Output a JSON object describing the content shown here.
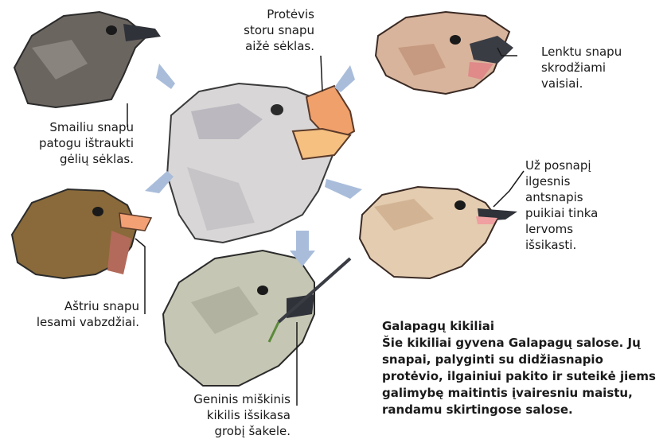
{
  "labels": {
    "ancestor": [
      "Protėvis",
      "storu snapu",
      "aižė sėklas."
    ],
    "top_left": [
      "Smailiu snapu",
      "patogu ištraukti",
      "gėlių sėklas."
    ],
    "top_right": [
      "Lenktu snapu",
      "skrodžiami",
      "vaisiai."
    ],
    "mid_right": [
      "Už posnapį",
      "ilgesnis",
      "antsnapis",
      "puikiai tinka",
      "lervoms",
      "išsikasti."
    ],
    "mid_left": [
      "Aštriu snapu",
      "lesami vabzdžiai."
    ],
    "bottom": [
      "Geninis miškinis",
      "kikilis išsikasa",
      "grobį šakele."
    ]
  },
  "caption": {
    "title": "Galapagų kikiliai",
    "body": "Šie kikiliai gyvena Galapagų salose. Jų snapai, palyginti su didžiasnapio protėvio, ilgainiui pakito ir suteikė jiems galimybę maitintis įvairesniu maistu, randamu skirtingose salose."
  },
  "colors": {
    "arrow": "#a9bddb",
    "ancestor_head": "#d8d6d6",
    "ancestor_beak": "#f0a06a",
    "top_left_head": "#6b6560",
    "top_right_head": "#d9b49c",
    "mid_left_head": "#8a6a3a",
    "mid_right_head": "#e4ccb0",
    "bottom_head": "#c6c6b4",
    "dark_beak": "#2f3238"
  }
}
